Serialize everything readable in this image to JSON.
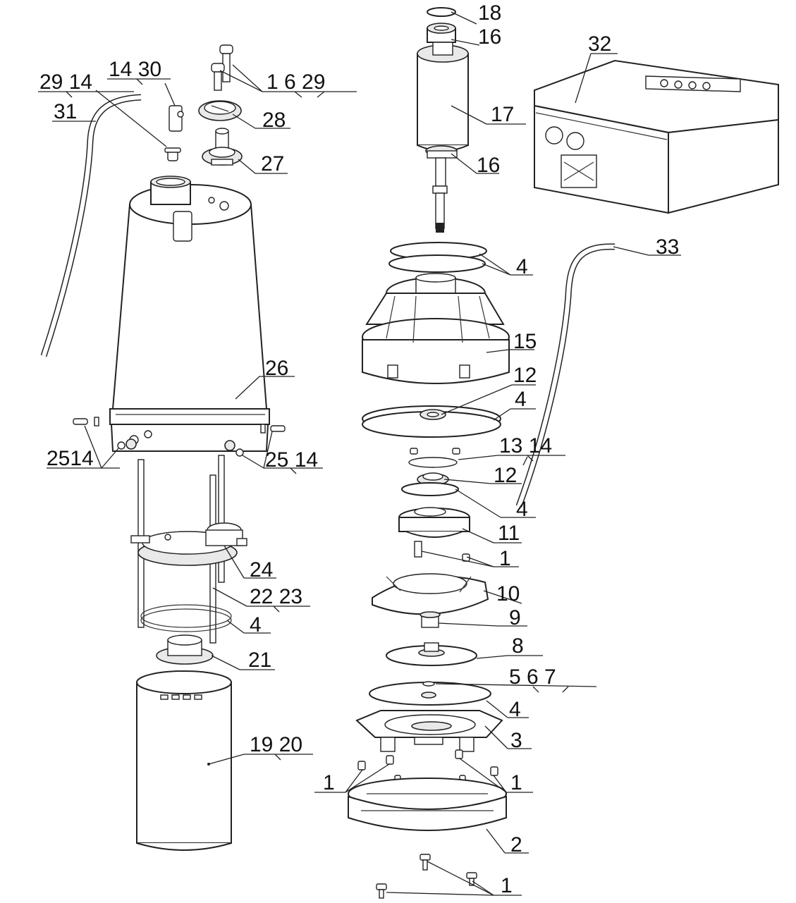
{
  "diagram": {
    "callouts": {
      "c18": "18",
      "c16a": "16",
      "c17": "17",
      "c16b": "16",
      "c32": "32",
      "c1_6_29": "1 6 29",
      "c14_30": "14 30",
      "c29_14": "29 14",
      "c31": "31",
      "c28": "28",
      "c27": "27",
      "c33": "33",
      "c4a": "4",
      "c15": "15",
      "c12a": "12",
      "c4b": "4",
      "c26": "26",
      "c13_14": "13 14",
      "c12b": "12",
      "c4c": "4",
      "c25_14_left": "2514",
      "c25_14_right": "25 14",
      "c11": "11",
      "c1a": "1",
      "c24": "24",
      "c10": "10",
      "c22_23": "22 23",
      "c9": "9",
      "c4d": "4",
      "c8": "8",
      "c21": "21",
      "c5_6_7": "5 6 7",
      "c4e": "4",
      "c3": "3",
      "c19_20": "19 20",
      "c1b": "1",
      "c1c": "1",
      "c2": "2",
      "c1d": "1"
    }
  }
}
